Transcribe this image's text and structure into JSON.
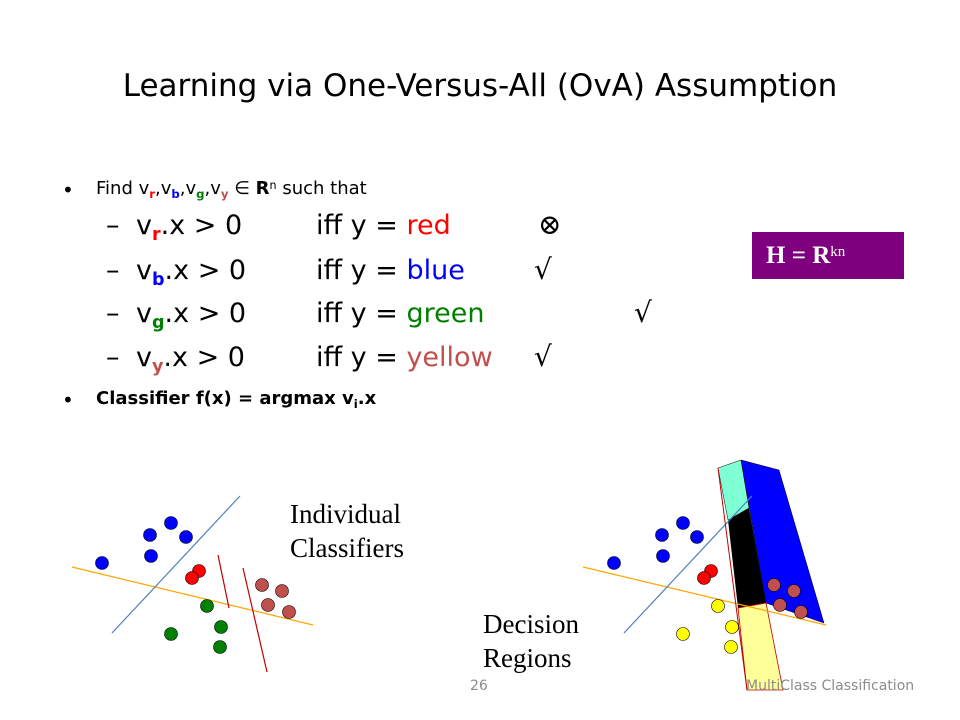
{
  "slide": {
    "title": "Learning via One-Versus-All  (OvA) Assumption",
    "find_prefix": "Find v",
    "find_sep": ",v",
    "find_in": " ∈ ",
    "find_rn": "R",
    "find_n": "n",
    "find_suffix": " such that",
    "sub_r": "r",
    "sub_b": "b",
    "sub_g": "g",
    "sub_y": "y",
    "conditions": [
      {
        "dash": "–",
        "v": "v",
        "sub": "r",
        "expr": ".x > 0",
        "iff": "iff y = ",
        "color_word": "red",
        "mark": "⊗",
        "color": "#ff0000"
      },
      {
        "dash": "–",
        "v": "v",
        "sub": "b",
        "expr": ".x > 0",
        "iff": "iff y = ",
        "color_word": "blue",
        "mark": "√",
        "color": "#0000ff"
      },
      {
        "dash": "–",
        "v": "v",
        "sub": "g",
        "expr": ".x > 0",
        "iff": "iff y = ",
        "color_word": "green",
        "mark": "√",
        "color": "#007f00"
      },
      {
        "dash": "–",
        "v": "v",
        "sub": "y",
        "expr": ".x > 0",
        "iff": "iff y = ",
        "color_word": "yellow",
        "mark": "√",
        "color": "#c0504d"
      }
    ],
    "classifier_text": "Classifier f(x) = argmax v",
    "classifier_sub": "i",
    "classifier_tail": ".x",
    "hyp_box": {
      "h": "H",
      "eq": " = ",
      "r": "R",
      "kn": "kn"
    },
    "labels": {
      "individual_1": "Individual",
      "individual_2": "Classifiers",
      "decision_1": "Decision",
      "decision_2": "Regions"
    },
    "footer": {
      "page": "26",
      "course": "MultiClass Classification"
    }
  },
  "colors": {
    "red_point": "#ff0000",
    "blue_point": "#0000ff",
    "green_point": "#008000",
    "brown_point": "#c0504d",
    "yellow_point": "#ffff00",
    "line_orange": "#ffa500",
    "line_blue": "#4f81bd",
    "line_red": "#c00000",
    "region_green": "#7fffd4",
    "region_black": "#000000",
    "region_blue": "#0000ff",
    "region_yellow": "#ffff99",
    "box_purple": "#7f007f"
  }
}
